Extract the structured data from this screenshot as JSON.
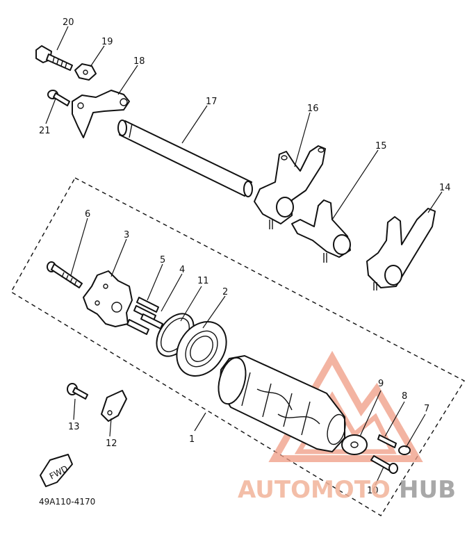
{
  "diagram": {
    "part_code": "49A110-4170",
    "fwd_label": "FWD",
    "callouts": {
      "c1": "1",
      "c2": "2",
      "c3": "3",
      "c4": "4",
      "c5": "5",
      "c6": "6",
      "c7": "7",
      "c8": "8",
      "c9": "9",
      "c10": "10",
      "c11": "11",
      "c12": "12",
      "c13": "13",
      "c14": "14",
      "c15": "15",
      "c16": "16",
      "c17": "17",
      "c18": "18",
      "c19": "19",
      "c20": "20",
      "c21": "21"
    }
  },
  "watermark": {
    "brand_part1": "AUTOMOTO",
    "brand_part2": "HUB",
    "color_primary": "#f2b39a",
    "color_secondary": "#9a9a9a"
  }
}
